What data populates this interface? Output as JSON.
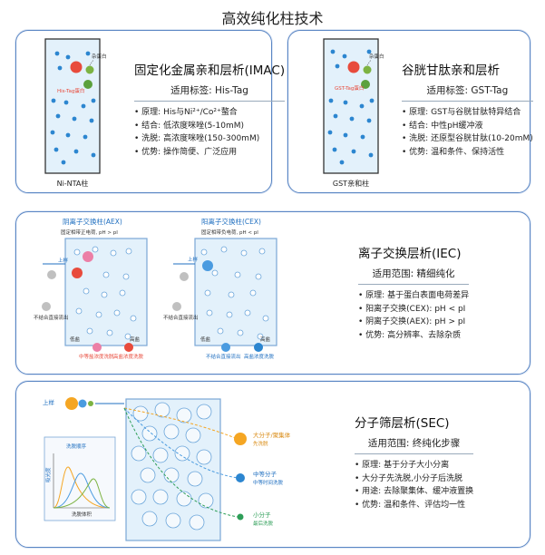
{
  "page": {
    "title": "高效纯化柱技术"
  },
  "imac": {
    "title": "固定化金属亲和层析(IMAC)",
    "subtitle": "适用标签: His-Tag",
    "bullets": [
      "原理: His与Ni²⁺/Co²⁺螯合",
      "结合: 低浓度咪唑(5-10mM)",
      "洗脱: 高浓度咪唑(150-300mM)",
      "优势: 操作简便、广泛应用"
    ],
    "column_label": "Ni-NTA柱",
    "impurity_label": "杂蛋白",
    "tagged_label": "His-Tag蛋白"
  },
  "gst": {
    "title": "谷胱甘肽亲和层析",
    "subtitle": "适用标签: GST-Tag",
    "bullets": [
      "原理: GST与谷胱甘肽特异结合",
      "结合: 中性pH缓冲液",
      "洗脱: 还原型谷胱甘肽(10-20mM)",
      "优势: 温和条件、保持活性"
    ],
    "column_label": "GST亲和柱",
    "impurity_label": "杂蛋白",
    "tagged_label": "GST-Tag蛋白"
  },
  "iec": {
    "title": "离子交换层析(IEC)",
    "subtitle": "适用范围: 精细纯化",
    "bullets": [
      "原理: 基于蛋白表面电荷差异",
      "阳离子交换(CEX): pH < pI",
      "阴离子交换(AEX): pH > pI",
      "优势: 高分辨率、去除杂质"
    ],
    "aex": {
      "title": "阴离子交换柱(AEX)",
      "note": "固定相带正电荷, pH > pI",
      "load": "上样",
      "flow_label": "不结合直接流出",
      "bottom_left": "中等盐浓度洗脱",
      "bottom_right": "高盐浓度洗脱",
      "low_salt": "低盐",
      "high_salt": "高盐"
    },
    "cex": {
      "title": "阳离子交换柱(CEX)",
      "note": "固定相带负电荷, pH < pI",
      "load": "上样",
      "flow_label": "不结合直接流出",
      "bottom_left": "不结合直接流出",
      "bottom_right": "高盐浓度洗脱",
      "low_salt": "低盐",
      "high_salt": "高盐"
    }
  },
  "sec": {
    "title": "分子筛层析(SEC)",
    "subtitle": "适用范围: 终纯化步骤",
    "bullets": [
      "原理: 基于分子大小分离",
      "大分子先洗脱,小分子后洗脱",
      "用途: 去除聚集体、缓冲液置换",
      "优势: 温和条件、评估均一性"
    ],
    "load": "上样",
    "inset_title": "洗脱顺序",
    "inset_ylabel": "吸光度",
    "inset_xlabel": "洗脱体积",
    "large_label": "大分子/聚集体",
    "large_sub": "先洗脱",
    "medium_label": "中等分子",
    "medium_sub": "中等时间洗脱",
    "small_label": "小分子",
    "small_sub": "最后洗脱"
  },
  "colors": {
    "border": "#5a86c4",
    "column_fill": "#e3f1fb",
    "dot": "#2c86d0",
    "red": "#e84b3c",
    "green": "#7cb342",
    "pink": "#ec7fa6",
    "orange": "#f5a623"
  }
}
